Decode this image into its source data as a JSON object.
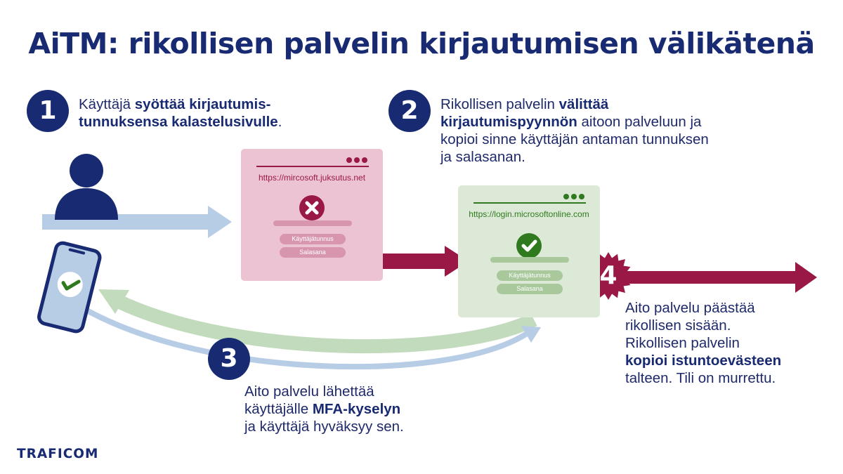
{
  "title": "AiTM: rikollisen palvelin kirjautumisen välikätenä",
  "steps": [
    {
      "number": "1",
      "text_parts": [
        {
          "t": "Käyttäjä ",
          "b": false
        },
        {
          "t": "syöttää kirjautumis-",
          "b": true
        },
        {
          "t": "\n",
          "b": false
        },
        {
          "t": "tunnuksensa kalastelusivulle",
          "b": true
        },
        {
          "t": ".",
          "b": false
        }
      ]
    },
    {
      "number": "2",
      "text_parts": [
        {
          "t": "Rikollisen palvelin ",
          "b": false
        },
        {
          "t": "välittää",
          "b": true
        },
        {
          "t": "\n",
          "b": false
        },
        {
          "t": "kirjautumispyynnön",
          "b": true
        },
        {
          "t": " aitoon palveluun ja\nkopioi sinne käyttäjän antaman tunnuksen\nja salasanan.",
          "b": false
        }
      ]
    },
    {
      "number": "3",
      "text_parts": [
        {
          "t": "Aito palvelu lähettää\nkäyttäjälle ",
          "b": false
        },
        {
          "t": "MFA-kyselyn",
          "b": true
        },
        {
          "t": "\nja käyttäjä hyväksyy sen.",
          "b": false
        }
      ]
    },
    {
      "number": "4",
      "text_parts": [
        {
          "t": "Aito palvelu päästää\nrikollisen sisään.\nRikollisen palvelin\n",
          "b": false
        },
        {
          "t": "kopioi istuntoevästeen",
          "b": true
        },
        {
          "t": "\ntalteen. Tili on murrettu.",
          "b": false
        }
      ]
    }
  ],
  "phishing_window": {
    "url": "https://mircosoft.juksutus.net",
    "username_label": "Käyttäjätunnus",
    "password_label": "Salasana",
    "status_icon": "x-icon"
  },
  "legit_window": {
    "url": "https://login.microsoftonline.com",
    "username_label": "Käyttäjätunnus",
    "password_label": "Salasana",
    "status_icon": "checkmark-icon"
  },
  "logo": "TRAFICOM",
  "colors": {
    "navy": "#182a72",
    "crimson": "#9a1846",
    "phishing_bg": "#ecc3d3",
    "legit_bg": "#dce9d6",
    "green_check": "#2f7a1f",
    "light_blue": "#b7cde6",
    "light_green": "#c2dbbc"
  }
}
